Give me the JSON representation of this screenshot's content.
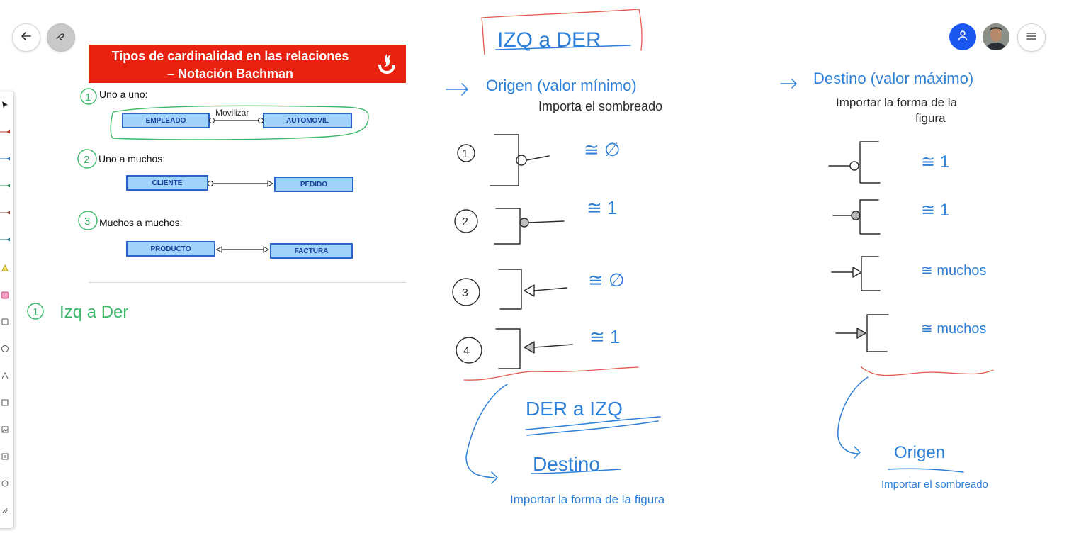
{
  "slide": {
    "title_line1": "Tipos de cardinalidad en las relaciones",
    "title_line2": "– Notación Bachman",
    "section1": "Uno a uno:",
    "section2": "Uno a muchos:",
    "section3": "Muchos a muchos:",
    "entities": {
      "empleado": "EMPLEADO",
      "automovil": "AUTOMOVIL",
      "cliente": "CLIENTE",
      "pedido": "PEDIDO",
      "producto": "PRODUCTO",
      "factura": "FACTURA"
    }
  },
  "notes": {
    "movilizar": "Movilizar",
    "marker1": "1",
    "marker2": "2",
    "marker3": "3",
    "left_izq_a_der": "Izq a Der",
    "izq_a_der_title": "IZQ a DER",
    "origen_header": "Origen (valor mínimo)",
    "origen_sub": "Importa el sombreado",
    "destino_header": "Destino (valor máximo)",
    "destino_sub1": "Importar la forma de la",
    "destino_sub2": "figura",
    "n1": "1",
    "n2": "2",
    "n3": "3",
    "n4": "4",
    "r1": "≅ ∅",
    "r2": "≅ 1",
    "r3": "≅ ∅",
    "r4": "≅ 1",
    "d1": "≅ 1",
    "d2": "≅ 1",
    "d3": "≅ muchos",
    "d4": "≅ muchos",
    "der_a_izq": "DER a IZQ",
    "destino_bottom": "Destino",
    "destino_bottom_sub": "Importar la forma de la figura",
    "origen_bottom": "Origen",
    "origen_bottom_sub": "Importar el sombreado"
  },
  "colors": {
    "banner": "#e8220f",
    "ink_green": "#39b86a",
    "ink_blue": "#2f7fd6",
    "ink_dark": "#2a2a2a",
    "ink_red": "#e25b4f",
    "accent_user": "#1a56f0"
  },
  "icons": {
    "back": "back-arrow-icon",
    "pen": "pen-icon",
    "user": "user-icon",
    "menu": "hamburger-menu-icon",
    "upc_logo": "upc-logo-icon"
  }
}
